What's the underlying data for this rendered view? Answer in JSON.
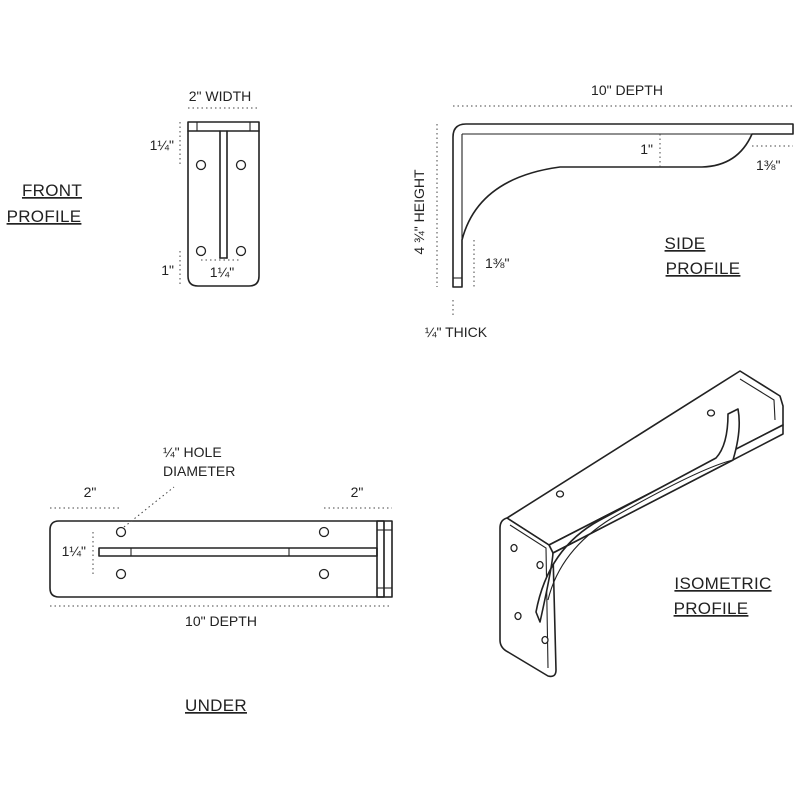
{
  "front": {
    "title_line1": "FRONT",
    "title_line2": "PROFILE",
    "width": "2\" WIDTH",
    "top_offset": "1¼\"",
    "bottom_offset": "1\"",
    "hole_spacing": "1¼\""
  },
  "side": {
    "title_line1": "SIDE",
    "title_line2": "PROFILE",
    "depth": "10\" DEPTH",
    "height": "4 ¾\" HEIGHT",
    "arm_height": "1\"",
    "end_curve": "1⅜\"",
    "post_curve": "1⅜\"",
    "thickness": "¼\" THICK"
  },
  "under": {
    "title": "UNDER",
    "hole_label_line1": "¼\" HOLE",
    "hole_label_line2": "DIAMETER",
    "left_offset": "2\"",
    "right_offset": "2\"",
    "hole_spacing": "1¼\"",
    "depth": "10\" DEPTH"
  },
  "iso": {
    "title_line1": "ISOMETRIC",
    "title_line2": "PROFILE"
  }
}
